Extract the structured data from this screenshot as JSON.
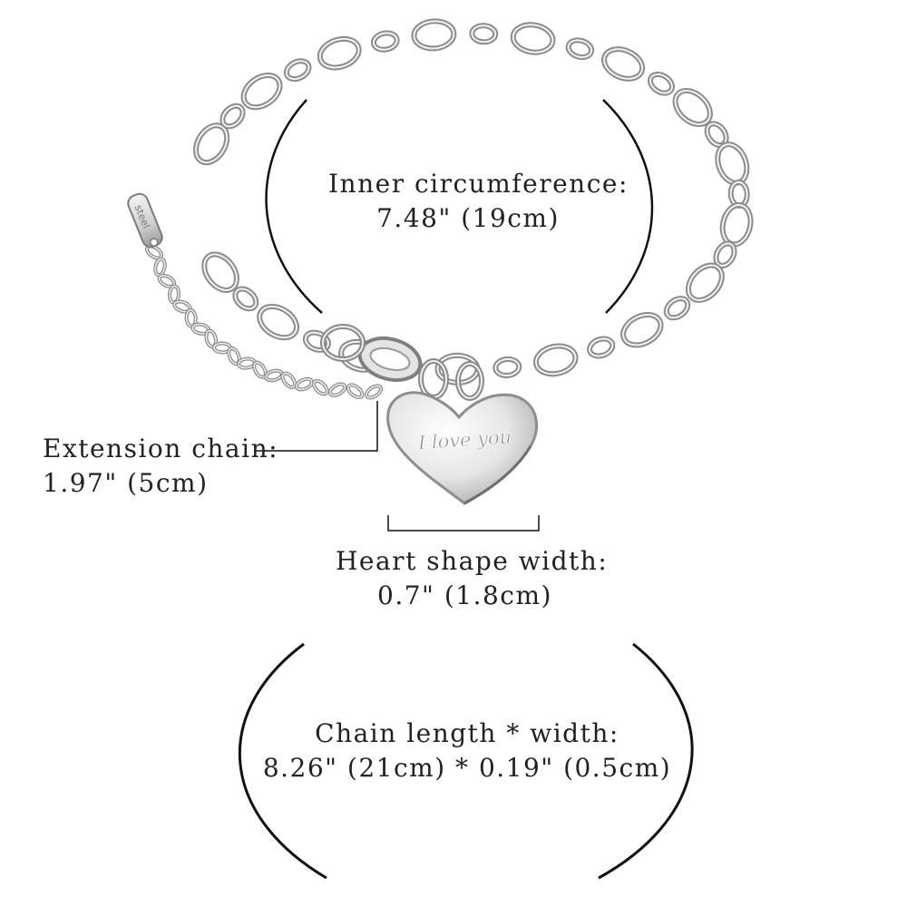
{
  "colors": {
    "background": "#ffffff",
    "text": "#222222",
    "line": "#111111",
    "metal_light": "#f4f4f4",
    "metal_mid": "#c9c9c9",
    "metal_dark": "#8c8c8c"
  },
  "labels": {
    "inner_circumference": {
      "title": "Inner circumference:",
      "value": "7.48\" (19cm)"
    },
    "extension_chain": {
      "title": "Extension chain:",
      "value": "1.97\" (5cm)"
    },
    "heart_width": {
      "title": "Heart shape width:",
      "value": "0.7\" (1.8cm)"
    },
    "chain_length_width": {
      "title": "Chain length * width:",
      "value": "8.26\" (21cm) * 0.19\" (0.5cm)"
    }
  },
  "pendant": {
    "engraving": "I love you"
  },
  "tag": {
    "engraving": "steel"
  },
  "icons": {
    "bracelet": "chain-bracelet-illustration",
    "heart": "heart-pendant-icon",
    "clasp": "lobster-clasp-icon"
  }
}
